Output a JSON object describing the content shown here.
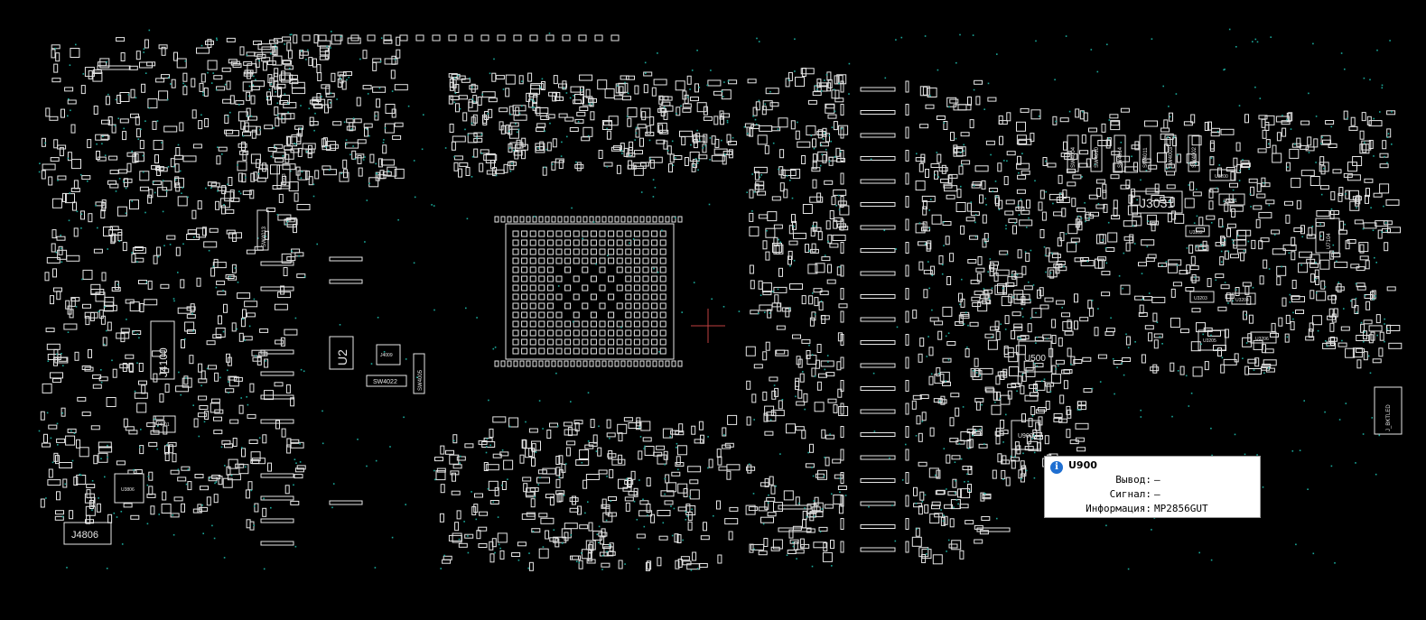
{
  "board": {
    "background": "#000000",
    "outline_color": "#e6e6e6",
    "via_color": "#1aa89a",
    "cursor_color": "#c04040",
    "labels": {
      "j4100": "J4100",
      "u2": "U2",
      "j4806": "J4806",
      "u3806": "U3806",
      "j4001": "J4001",
      "sw4013": "SW4013",
      "sw4005": "SW4005",
      "sw4022": "SW4022",
      "j4009": "J4009",
      "j4603": "J4603",
      "j3031": "J3031",
      "u500": "U500",
      "u900": "U900",
      "u7104": "U7104",
      "j_bktled": "J_BKTLED",
      "sw4004": "SW4004",
      "sw4010": "SW4010",
      "sw4014": "SW4014",
      "sw4011": "SW4011",
      "sw4003": "SW4003",
      "sw4002": "SW4002",
      "u3200": "U3200",
      "u3201": "U3201",
      "u3202": "U3202",
      "u3203": "U3203",
      "u3204": "U3204",
      "u3205": "U3205",
      "u3206": "U3206"
    }
  },
  "tooltip": {
    "title": "U900",
    "info_icon": "info-icon",
    "rows": [
      {
        "label": "Вывод:",
        "value": "—"
      },
      {
        "label": "Сигнал:",
        "value": "—"
      },
      {
        "label": "Информация:",
        "value": "MP2856GUT"
      }
    ]
  }
}
